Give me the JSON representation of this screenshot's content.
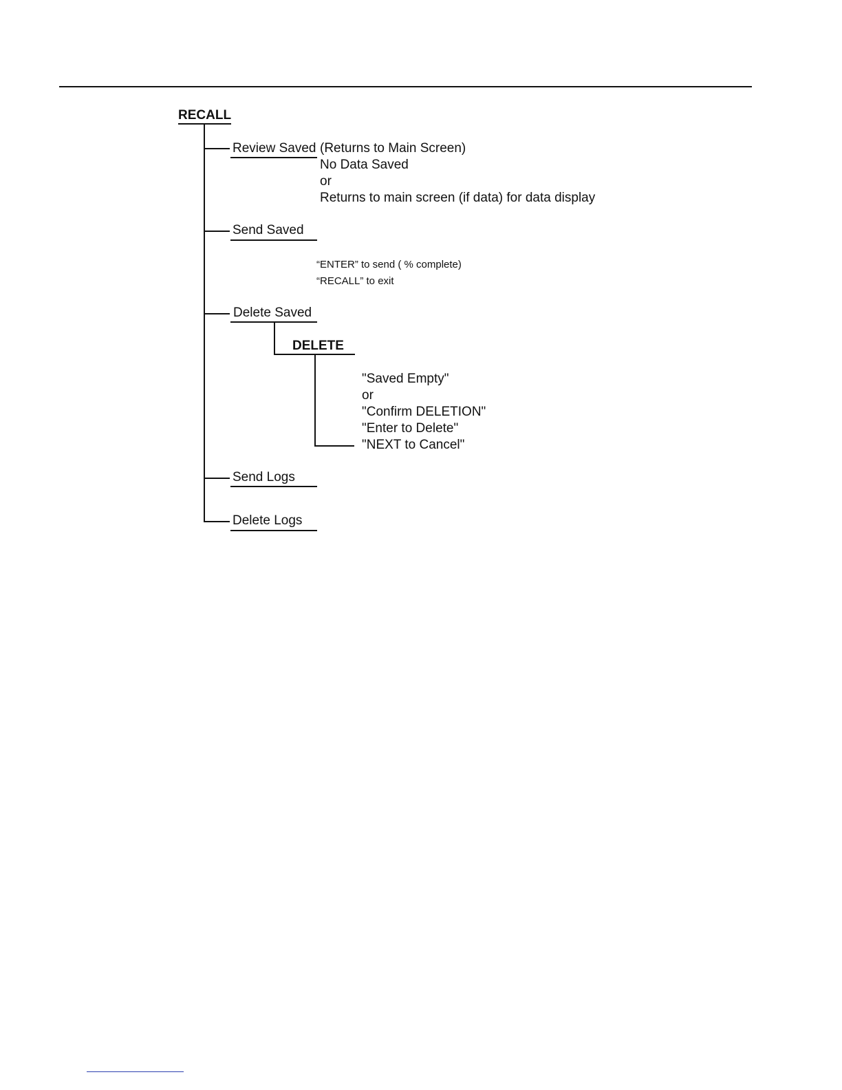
{
  "colors": {
    "ink": "#111111",
    "background": "#ffffff",
    "link": "#2b3fb0"
  },
  "root": {
    "label": "RECALL"
  },
  "items": [
    {
      "label": "Review Saved",
      "suffix": "(Returns to Main Screen)",
      "notes": [
        "No Data Saved",
        "or",
        "Returns to main screen (if data) for data display"
      ]
    },
    {
      "label": "Send Saved",
      "notes": [
        "“ENTER” to send (  % complete)",
        "“RECALL” to exit"
      ]
    },
    {
      "label": "Delete Saved",
      "child": {
        "label": "DELETE",
        "notes": [
          "\"Saved Empty\"",
          "or",
          "\"Confirm DELETION\"",
          "\"Enter to Delete\"",
          "\"NEXT to Cancel\""
        ]
      }
    },
    {
      "label": "Send Logs"
    },
    {
      "label": "Delete Logs"
    }
  ]
}
